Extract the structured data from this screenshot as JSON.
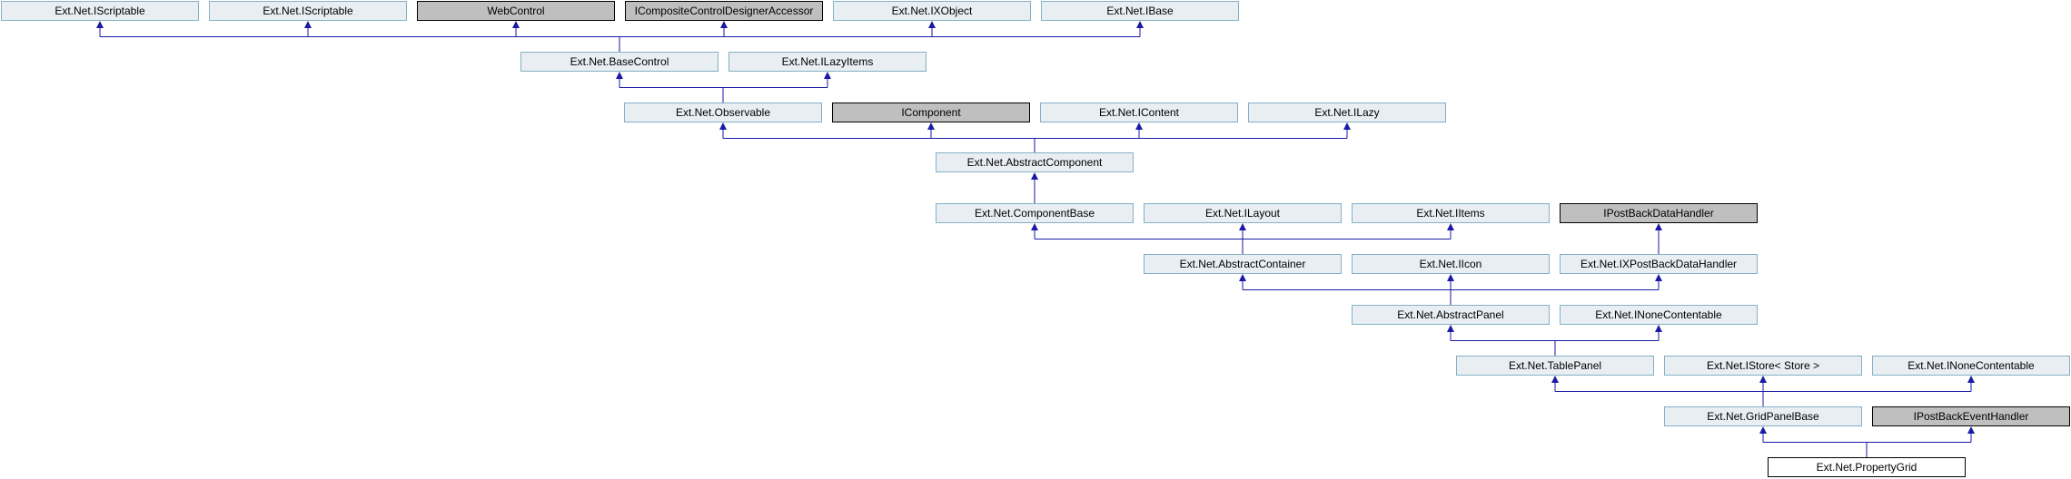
{
  "diagram": {
    "nodes": {
      "iscriptable_1": "Ext.Net.IScriptable",
      "iscriptable_2": "Ext.Net.IScriptable",
      "webcontrol": "WebControl",
      "icomposite": "ICompositeControlDesignerAccessor",
      "ixobject": "Ext.Net.IXObject",
      "ibase": "Ext.Net.IBase",
      "basecontrol": "Ext.Net.BaseControl",
      "ilazyitems": "Ext.Net.ILazyItems",
      "observable": "Ext.Net.Observable",
      "icomponent": "IComponent",
      "icontent": "Ext.Net.IContent",
      "ilazy": "Ext.Net.ILazy",
      "abstractcomponent": "Ext.Net.AbstractComponent",
      "componentbase": "Ext.Net.ComponentBase",
      "ilayout": "Ext.Net.ILayout",
      "iitems": "Ext.Net.IItems",
      "ipostbackdatahandler": "IPostBackDataHandler",
      "abstractcontainer": "Ext.Net.AbstractContainer",
      "iicon": "Ext.Net.IIcon",
      "ixpostbackdatahandler": "Ext.Net.IXPostBackDataHandler",
      "abstractpanel": "Ext.Net.AbstractPanel",
      "inonecontentable_1": "Ext.Net.INoneContentable",
      "tablepanel": "Ext.Net.TablePanel",
      "istore": "Ext.Net.IStore< Store >",
      "inonecontentable_2": "Ext.Net.INoneContentable",
      "gridpanelbase": "Ext.Net.GridPanelBase",
      "ipostbackeventhandler": "IPostBackEventHandler",
      "propertygrid": "Ext.Net.PropertyGrid"
    },
    "edges": [
      {
        "parents": [
          "iscriptable_1",
          "iscriptable_2",
          "webcontrol",
          "icomposite",
          "ixobject",
          "ibase"
        ],
        "child": "basecontrol"
      },
      {
        "parents": [
          "basecontrol",
          "ilazyitems"
        ],
        "child": "observable"
      },
      {
        "parents": [
          "observable",
          "icomponent",
          "icontent",
          "ilazy"
        ],
        "child": "abstractcomponent"
      },
      {
        "parents": [
          "abstractcomponent"
        ],
        "child": "componentbase"
      },
      {
        "parents": [
          "componentbase",
          "ilayout",
          "iitems"
        ],
        "child": "abstractcontainer"
      },
      {
        "parents": [
          "ipostbackdatahandler"
        ],
        "child": "ixpostbackdatahandler"
      },
      {
        "parents": [
          "abstractcontainer",
          "iicon",
          "ixpostbackdatahandler"
        ],
        "child": "abstractpanel"
      },
      {
        "parents": [
          "abstractpanel",
          "inonecontentable_1"
        ],
        "child": "tablepanel"
      },
      {
        "parents": [
          "tablepanel",
          "istore",
          "inonecontentable_2"
        ],
        "child": "gridpanelbase"
      },
      {
        "parents": [
          "gridpanelbase",
          "ipostbackeventhandler"
        ],
        "child": "propertygrid"
      }
    ],
    "colors": {
      "class_fill": "#e8eef2",
      "class_border": "#84b0c7",
      "external_fill": "#bfbfbf",
      "external_border": "#000000",
      "self_fill": "#ffffff",
      "edge": "#1a1aa6"
    }
  }
}
